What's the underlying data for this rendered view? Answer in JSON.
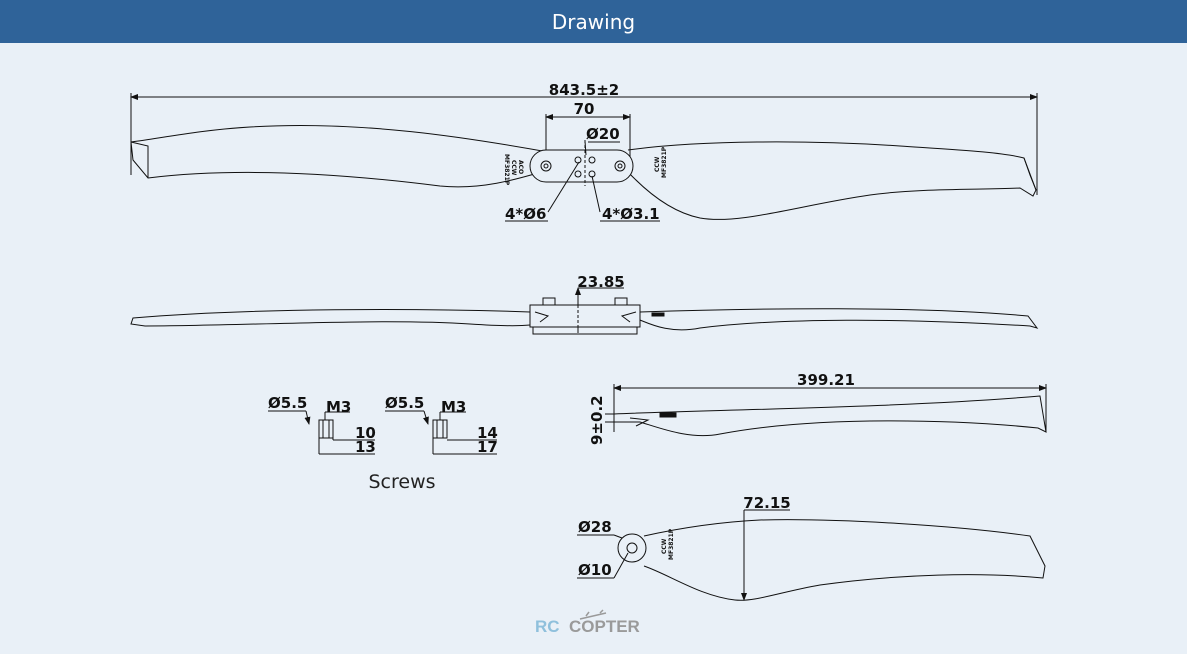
{
  "header": {
    "title": "Drawing"
  },
  "top_view": {
    "overall_length": "843.5±2",
    "hub_width": "70",
    "center_hole": "Ø20",
    "hole_a": "4*Ø6",
    "hole_b": "4*Ø3.1",
    "hub_text_left": [
      "MF3821P",
      "CCW",
      "ACO"
    ],
    "hub_text_right": [
      "MF3821P",
      "CCW"
    ]
  },
  "side_view": {
    "hub_height": "23.85"
  },
  "screws": {
    "caption": "Screws",
    "screw_1": {
      "head": "Ø5.5",
      "thread": "M3",
      "thread_length": "10",
      "total_length": "13"
    },
    "screw_2": {
      "head": "Ø5.5",
      "thread": "M3",
      "thread_length": "14",
      "total_length": "17"
    }
  },
  "half_side_view": {
    "length": "399.21",
    "thickness": "9±0.2"
  },
  "half_top_view": {
    "chord": "72.15",
    "hub_diameter": "Ø28",
    "bore": "Ø10",
    "hub_text": [
      "MF3821P",
      "CCW"
    ]
  },
  "watermark": {
    "part1": "RC",
    "part2": "COPTER"
  },
  "colors": {
    "header": "#2f6399",
    "background": "#e9f0f7",
    "line": "#111111"
  }
}
